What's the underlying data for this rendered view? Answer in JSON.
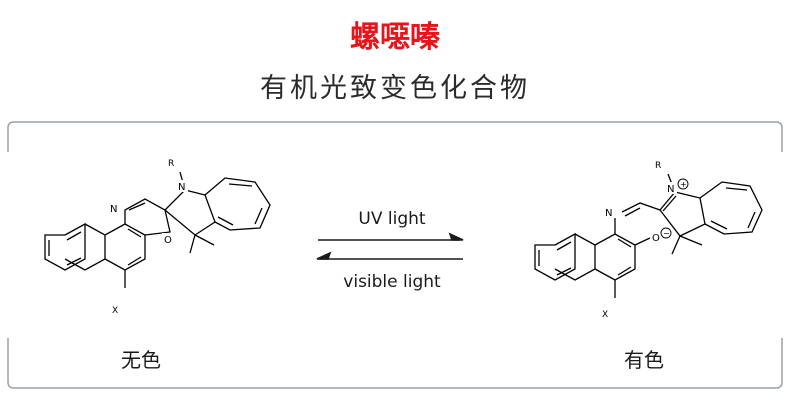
{
  "header": {
    "title": "螺噁嗪",
    "subtitle": "有机光致变色化合物"
  },
  "reaction": {
    "forward_label": "UV light",
    "reverse_label": "visible light"
  },
  "left_molecule": {
    "caption": "无色",
    "atoms": {
      "r": "R",
      "n1": "N",
      "n2": "N",
      "o": "O",
      "x": "X"
    }
  },
  "right_molecule": {
    "caption": "有色",
    "atoms": {
      "r": "R",
      "n1": "N",
      "plus": "+",
      "n2": "N",
      "o": "O",
      "minus": "−",
      "x": "X"
    }
  },
  "colors": {
    "title": "#e8141b",
    "frame": "#9aa1a8"
  }
}
